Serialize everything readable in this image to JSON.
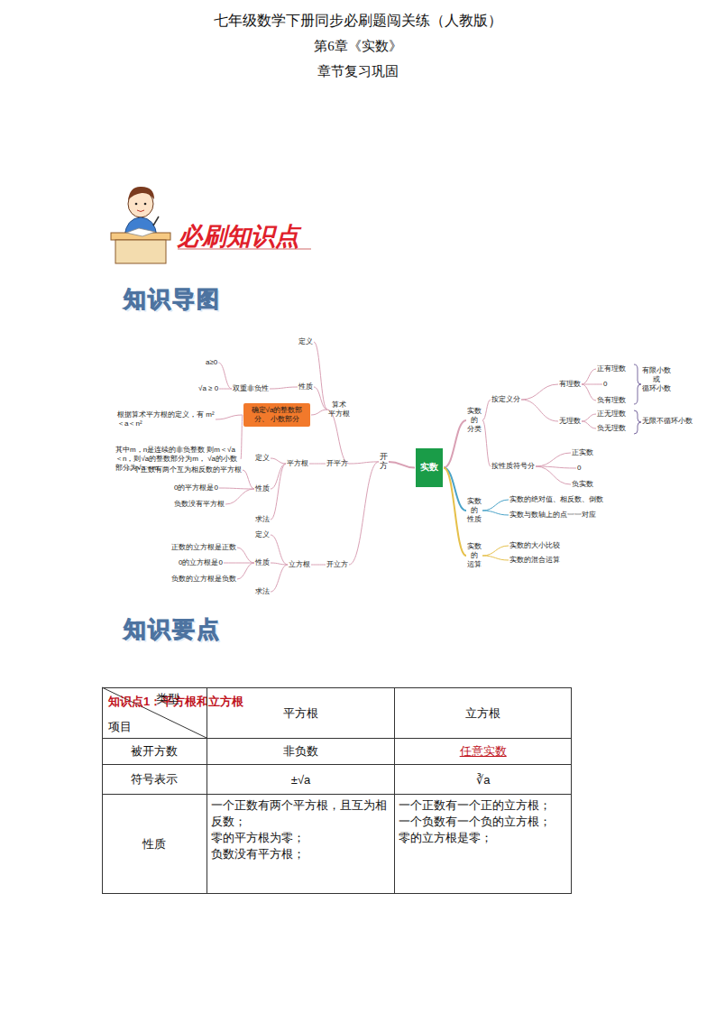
{
  "diagram": {
    "title": "七年级数学下册同步必刷题闯关练（人教版）",
    "nodes": [
      {
        "text": [
          "实数"
        ]
      },
      {
        "text": [
          "开方"
        ]
      },
      {
        "text": [
          "开平方"
        ]
      },
      {
        "text": [
          "开立方"
        ]
      },
      {
        "text": [
          "算术 平方根"
        ]
      },
      {
        "text": [
          "定义"
        ]
      },
      {
        "text": [
          "性质"
        ]
      },
      {
        "text": [
          "双重非负性"
        ]
      },
      {
        "text": [
          "a≥0"
        ]
      },
      {
        "text": [
          "√a ≥ 0"
        ]
      },
      {
        "text": [
          "确定√a的整数部分、 小数部分"
        ]
      },
      {
        "text": [
          "根据算术平方根的定义，有 m²＜a＜n²"
        ]
      },
      {
        "text": [
          "其中m，n是连续的非负整数 则m＜√a＜n，则√a的整数部分为m， √a的小数部分为√a－m"
        ]
      },
      {
        "text": [
          "平方根"
        ]
      },
      {
        "text": [
          "定义"
        ]
      },
      {
        "text": [
          "性质"
        ]
      },
      {
        "text": [
          "求法"
        ]
      },
      {
        "text": [
          "一个正数有两个互为相反数的平方根"
        ]
      },
      {
        "text": [
          "0的平方根是0"
        ]
      },
      {
        "text": [
          "负数没有平方根"
        ]
      },
      {
        "text": [
          "立方根"
        ]
      },
      {
        "text": [
          "定义"
        ]
      },
      {
        "text": [
          "性质"
        ]
      },
      {
        "text": [
          "求法"
        ]
      },
      {
        "text": [
          "正数的立方根是正数"
        ]
      },
      {
        "text": [
          "0的立方根是0"
        ]
      },
      {
        "text": [
          "负数的立方根是负数"
        ]
      },
      {
        "text": [
          "实数 的 分类"
        ]
      },
      {
        "text": [
          "按定义分"
        ]
      },
      {
        "text": [
          "有理数"
        ]
      },
      {
        "text": [
          "正有理数"
        ]
      },
      {
        "text": [
          "0"
        ]
      },
      {
        "text": [
          "负有理数"
        ]
      },
      {
        "text": [
          "无理数"
        ]
      },
      {
        "text": [
          "正无理数"
        ]
      },
      {
        "text": [
          "负无理数"
        ]
      },
      {
        "text": [
          "有限小数 或 循环小数"
        ]
      },
      {
        "text": [
          "无限不循环小数"
        ]
      },
      {
        "text": [
          "按性质符号分"
        ]
      },
      {
        "text": [
          "正实数"
        ]
      },
      {
        "text": [
          "0"
        ]
      },
      {
        "text": [
          "负实数"
        ]
      },
      {
        "text": [
          "实数 的 性质"
        ]
      },
      {
        "text": [
          "实数的绝对值、相反数、倒数"
        ]
      },
      {
        "text": [
          "实数与数轴上的点一一对应"
        ]
      },
      {
        "text": [
          "实数 的 运算"
        ]
      },
      {
        "text": [
          "实数的大小比较"
        ]
      },
      {
        "text": [
          "实数的混合运算"
        ]
      }
    ],
    "edges": [
      {
        "from": 0,
        "to": 1,
        "arrow": "none"
      },
      {
        "from": 1,
        "to": 2,
        "arrow": "none"
      },
      {
        "from": 1,
        "to": 3,
        "arrow": "none"
      },
      {
        "from": 2,
        "to": 4,
        "arrow": "none"
      },
      {
        "from": 2,
        "to": 13,
        "arrow": "none"
      },
      {
        "from": 4,
        "to": 5,
        "arrow": "none"
      },
      {
        "from": 4,
        "to": 6,
        "arrow": "none"
      },
      {
        "from": 4,
        "to": 10,
        "arrow": "none"
      },
      {
        "from": 6,
        "to": 7,
        "arrow": "none"
      },
      {
        "from": 7,
        "to": 8,
        "arrow": "none"
      },
      {
        "from": 7,
        "to": 9,
        "arrow": "none"
      },
      {
        "from": 10,
        "to": 11,
        "arrow": "none"
      },
      {
        "from": 10,
        "to": 12,
        "arrow": "none"
      },
      {
        "from": 13,
        "to": 14,
        "arrow": "none"
      },
      {
        "from": 13,
        "to": 15,
        "arrow": "none"
      },
      {
        "from": 13,
        "to": 16,
        "arrow": "none"
      },
      {
        "from": 15,
        "to": 17,
        "arrow": "none"
      },
      {
        "from": 15,
        "to": 18,
        "arrow": "none"
      },
      {
        "from": 15,
        "to": 19,
        "arrow": "none"
      },
      {
        "from": 3,
        "to": 20,
        "arrow": "none"
      },
      {
        "from": 20,
        "to": 21,
        "arrow": "none"
      },
      {
        "from": 20,
        "to": 22,
        "arrow": "none"
      },
      {
        "from": 20,
        "to": 23,
        "arrow": "none"
      },
      {
        "from": 22,
        "to": 24,
        "arrow": "none"
      },
      {
        "from": 22,
        "to": 25,
        "arrow": "none"
      },
      {
        "from": 22,
        "to": 26,
        "arrow": "none"
      },
      {
        "from": 0,
        "to": 27,
        "arrow": "none"
      },
      {
        "from": 27,
        "to": 28,
        "arrow": "none"
      },
      {
        "from": 27,
        "to": 38,
        "arrow": "none"
      },
      {
        "from": 28,
        "to": 29,
        "arrow": "none"
      },
      {
        "from": 28,
        "to": 33,
        "arrow": "none"
      },
      {
        "from": 29,
        "to": 30,
        "arrow": "none"
      },
      {
        "from": 29,
        "to": 31,
        "arrow": "none"
      },
      {
        "from": 29,
        "to": 32,
        "arrow": "none"
      },
      {
        "from": 33,
        "to": 34,
        "arrow": "none"
      },
      {
        "from": 33,
        "to": 35,
        "arrow": "none"
      },
      {
        "from": 38,
        "to": 39,
        "arrow": "none"
      },
      {
        "from": 38,
        "to": 40,
        "arrow": "none"
      },
      {
        "from": 38,
        "to": 41,
        "arrow": "none"
      },
      {
        "from": 0,
        "to": 42,
        "arrow": "none"
      },
      {
        "from": 42,
        "to": 43,
        "arrow": "none"
      },
      {
        "from": 42,
        "to": 44,
        "arrow": "none"
      },
      {
        "from": 0,
        "to": 45,
        "arrow": "none"
      },
      {
        "from": 45,
        "to": 46,
        "arrow": "none"
      },
      {
        "from": 45,
        "to": 47,
        "arrow": "none"
      }
    ],
    "labels": [
      "第6章《实数》",
      "章节复习巩固",
      "必刷知识点",
      "知识导图",
      "知识要点",
      "知识点1：平方根和立方根",
      "类型",
      "项目",
      "平方根",
      "立方根",
      "被开方数",
      "非负数",
      "任意实数",
      "符号表示",
      "±√a",
      "∛a",
      "性质",
      "一个正数有两个平方根，且互为相反数；",
      "零的平方根为零；",
      "负数没有平方根；",
      "一个正数有一个正的立方根；",
      "一个负数有一个负的立方根；",
      "零的立方根是零；"
    ]
  }
}
